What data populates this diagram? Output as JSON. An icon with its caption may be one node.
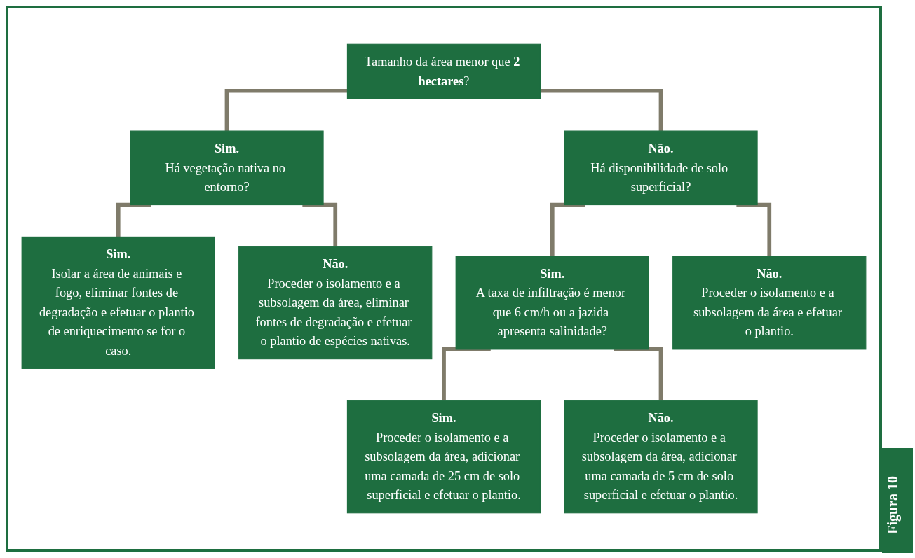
{
  "diagram": {
    "nodes": [
      {
        "text": [
          "Tamanho da área menor que **2 hectares**?"
        ]
      },
      {
        "text": [
          "Sim.",
          "Há vegetação nativa no entorno?"
        ]
      },
      {
        "text": [
          "Não.",
          "Há disponibilidade de solo superficial?"
        ]
      },
      {
        "text": [
          "Sim.",
          "Isolar a área de animais e fogo, eliminar fontes de degradação e efetuar o plantio de enriquecimento se for o caso."
        ]
      },
      {
        "text": [
          "Não.",
          "Proceder o isolamento e a subsolagem da área, eliminar fontes de degradação e efetuar o plantio de espécies nativas."
        ]
      },
      {
        "text": [
          "Sim.",
          "A taxa de infiltração é menor que 6 cm/h ou a jazida apresenta salinidade?"
        ]
      },
      {
        "text": [
          "Não.",
          "Proceder o isolamento e a subsolagem da área e efetuar o plantio."
        ]
      },
      {
        "text": [
          "Sim.",
          "Proceder o isolamento e a subsolagem da área, adicionar uma camada de 25 cm de solo superficial e efetuar o plantio."
        ]
      },
      {
        "text": [
          "Não.",
          "Proceder o isolamento e a subsolagem da área, adicionar uma camada de 5 cm de solo superficial e efetuar o plantio."
        ]
      }
    ],
    "edges": [
      {
        "from": 0,
        "to": 1,
        "arrow": "none"
      },
      {
        "from": 0,
        "to": 2,
        "arrow": "none"
      },
      {
        "from": 1,
        "to": 3,
        "arrow": "none"
      },
      {
        "from": 1,
        "to": 4,
        "arrow": "none"
      },
      {
        "from": 2,
        "to": 5,
        "arrow": "none"
      },
      {
        "from": 2,
        "to": 6,
        "arrow": "none"
      },
      {
        "from": 5,
        "to": 7,
        "arrow": "none"
      },
      {
        "from": 5,
        "to": 8,
        "arrow": "none"
      }
    ],
    "labels": [
      "Figura 10"
    ]
  }
}
